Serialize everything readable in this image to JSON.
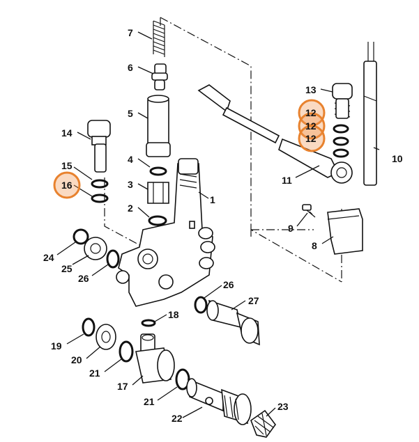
{
  "accent_color": "#e8822e",
  "labels": {
    "p1": "1",
    "p2": "2",
    "p3": "3",
    "p4": "4",
    "p5": "5",
    "p6": "6",
    "p7": "7",
    "p8": "8",
    "p9": "9",
    "p10": "10",
    "p11": "11",
    "p12a": "12",
    "p12b": "12",
    "p12c": "12",
    "p13": "13",
    "p14": "14",
    "p15": "15",
    "p16": "16",
    "p17": "17",
    "p18": "18",
    "p19": "19",
    "p20": "20",
    "p21a": "21",
    "p21b": "21",
    "p22": "22",
    "p23": "23",
    "p24": "24",
    "p25": "25",
    "p26a": "26",
    "p26b": "26",
    "p27": "27"
  },
  "highlighted_parts": [
    "12",
    "16"
  ]
}
